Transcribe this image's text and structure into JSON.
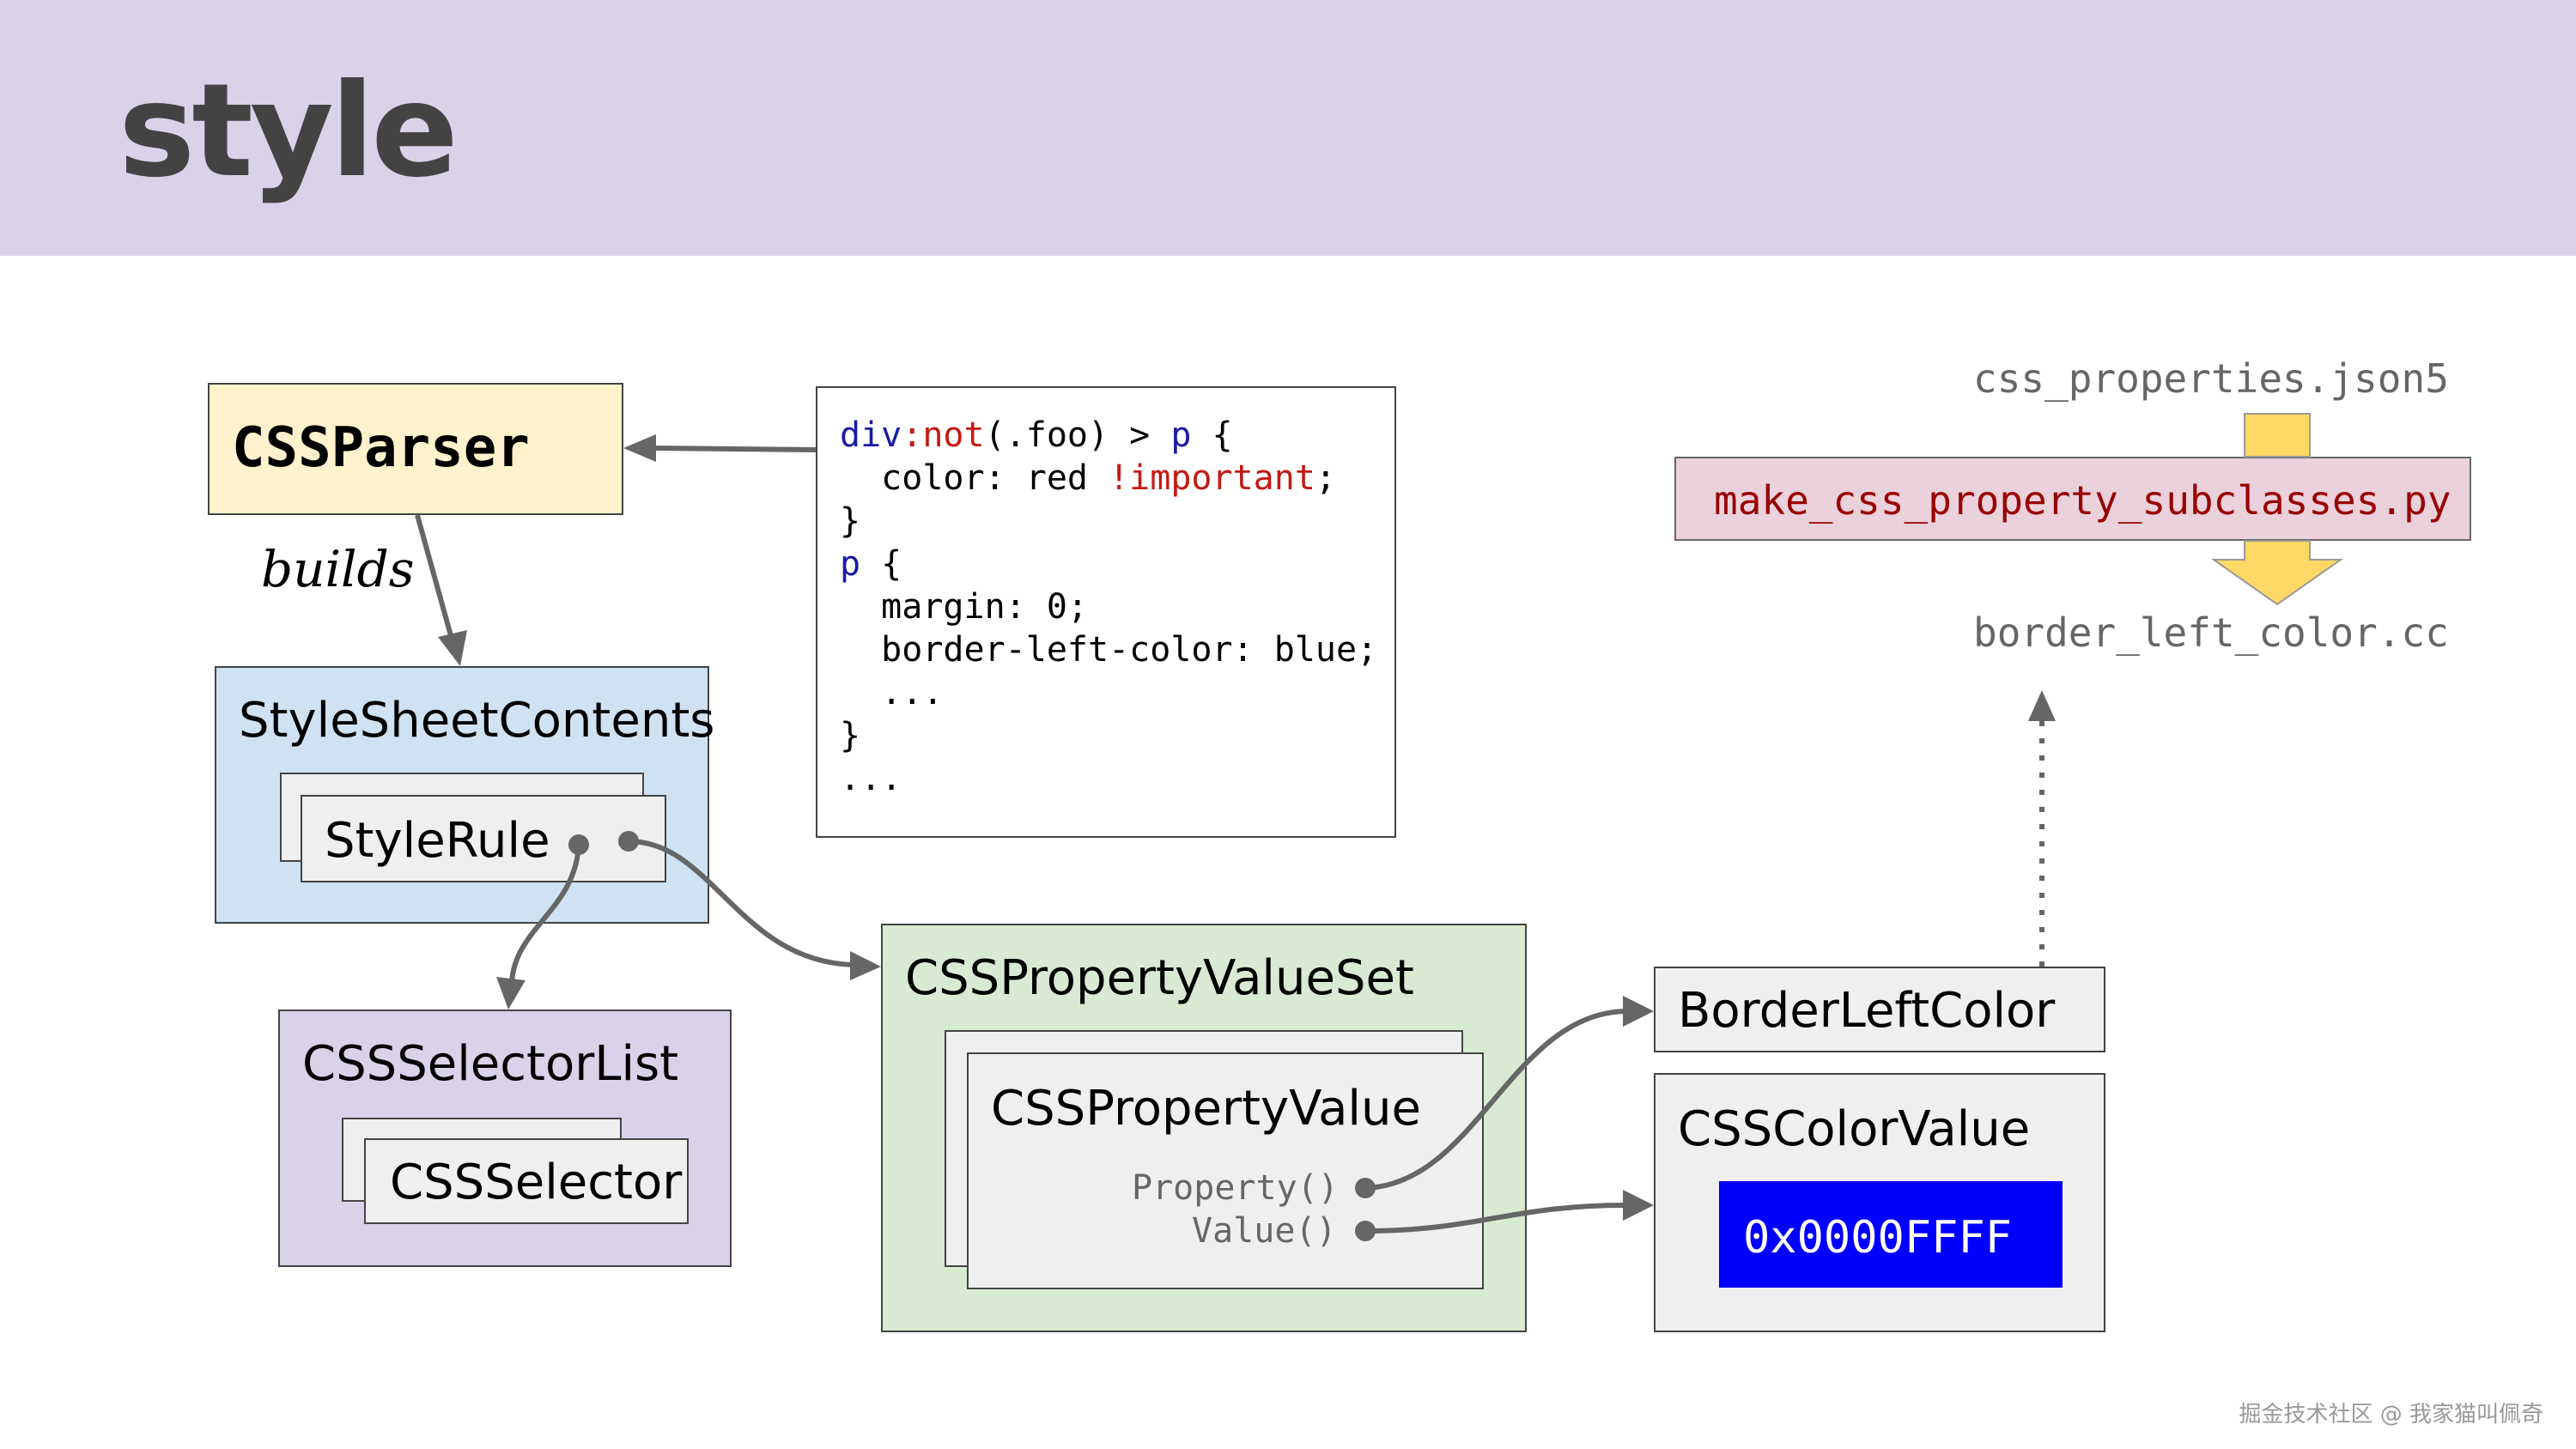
{
  "slide": {
    "title": "style",
    "watermark": "掘金技术社区 @ 我家猫叫佩奇"
  },
  "boxes": {
    "parser": "CSSParser",
    "builds": "builds",
    "stylesheet": "StyleSheetContents",
    "stylerule": "StyleRule",
    "selectorlist": "CSSSelectorList",
    "selector": "CSSSelector",
    "propertyvalueset": "CSSPropertyValueSet",
    "propertyvalue": "CSSPropertyValue",
    "property_method": "Property()",
    "value_method": "Value()",
    "borderleftcolor": "BorderLeftColor",
    "colorvalue": "CSSColorValue",
    "color_hex": "0x0000FFFF"
  },
  "code": {
    "l1_sel_a": "div",
    "l1_sel_b": ":not",
    "l1_sel_c": "(.foo) > ",
    "l1_sel_d": "p",
    "l1_sel_e": " {",
    "l2_a": "  color: red ",
    "l2_b": "!important",
    "l2_c": ";",
    "l3": "}",
    "l4_a": "p",
    "l4_b": " {",
    "l5": "  margin: 0;",
    "l6": "  border-left-color: blue;",
    "l7": "  ...",
    "l8": "}",
    "l9": "..."
  },
  "pipeline": {
    "source_file": "css_properties.json5",
    "script": "make_css_property_subclasses.py",
    "output_file": "border_left_color.cc"
  },
  "colors": {
    "header_bg": "#d9d2e9",
    "parser_bg": "#fff2cc",
    "stylesheet_bg": "#cfe2f3",
    "selector_bg": "#d9d2e9",
    "propertyset_bg": "#d9ead3",
    "inner_bg": "#efefef",
    "script_bg": "#ead1dc",
    "script_text": "#990000",
    "hex_bg": "#0000ff",
    "arrow_yellow": "#ffd966"
  }
}
